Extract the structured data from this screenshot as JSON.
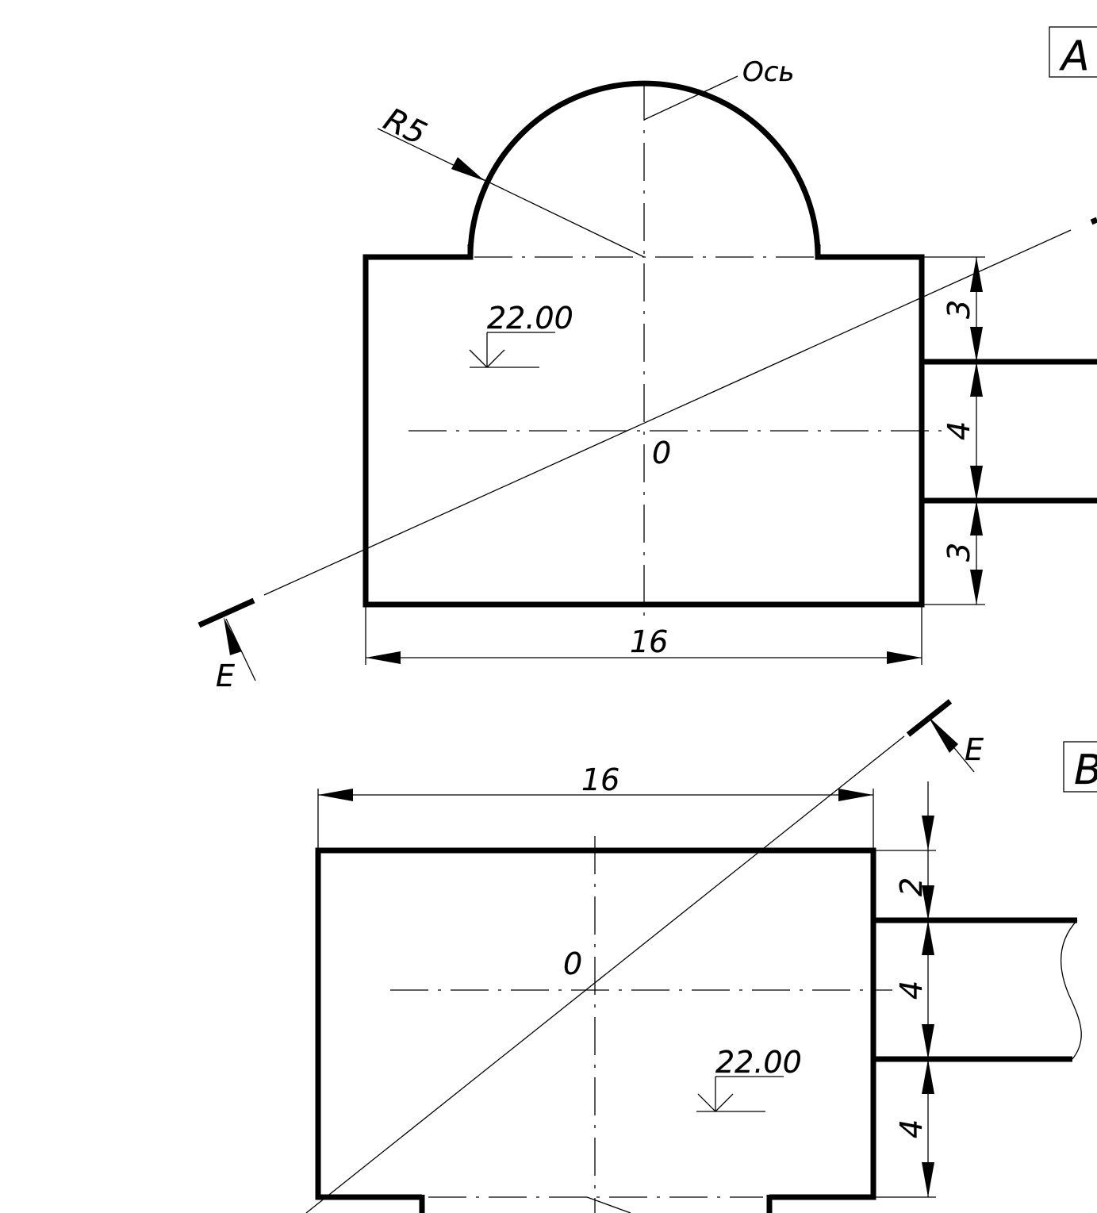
{
  "view_a": {
    "view_label": "A",
    "axis_label": "Ось",
    "radius_label": "R5",
    "center_label": "0",
    "elevation_label": "22.00",
    "width_dim": "16",
    "dim_top": "3",
    "dim_mid": "4",
    "dim_bottom": "3",
    "section_label": "E"
  },
  "view_b": {
    "view_label": "B",
    "center_label": "0",
    "elevation_label": "22.00",
    "width_dim": "16",
    "dim_top": "2",
    "dim_mid": "4",
    "dim_bottom": "4",
    "section_label": "E"
  }
}
